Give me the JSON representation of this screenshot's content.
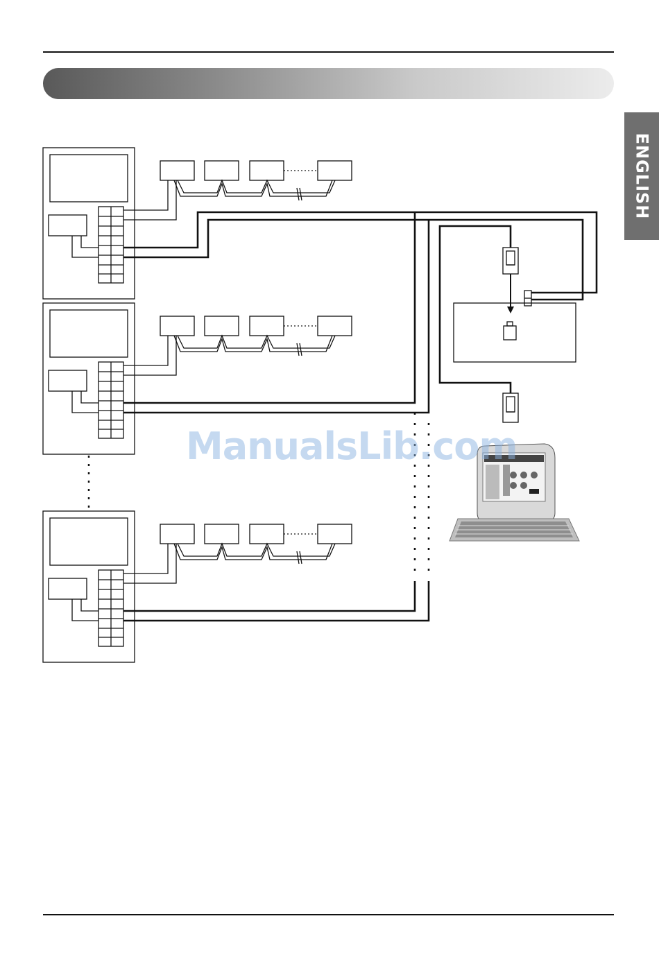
{
  "page": {
    "language_tab": "ENGLISH",
    "watermark": "ManualsLib.com"
  },
  "diagram": {
    "outdoor_units": [
      {
        "indoor_units": 4
      },
      {
        "indoor_units": 4
      },
      {
        "indoor_units": 4
      }
    ],
    "pc_connectors": 2
  },
  "colors": {
    "line": "#111111",
    "tab_background": "#6f6f6f",
    "watermark": "#8cb4e1"
  }
}
